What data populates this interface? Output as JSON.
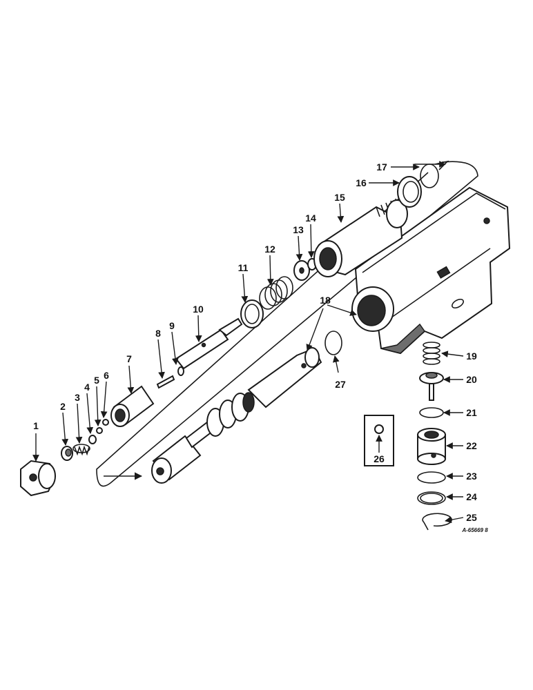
{
  "callouts": [
    "1",
    "2",
    "3",
    "4",
    "5",
    "6",
    "7",
    "8",
    "9",
    "10",
    "11",
    "12",
    "13",
    "14",
    "15",
    "16",
    "17",
    "18",
    "19",
    "20",
    "21",
    "22",
    "23",
    "24",
    "25",
    "26",
    "27"
  ],
  "drawing_ref": "A-65669 8",
  "colors": {
    "ink": "#1a1a1a",
    "paper": "#ffffff",
    "shade": "#6d6d6d"
  }
}
